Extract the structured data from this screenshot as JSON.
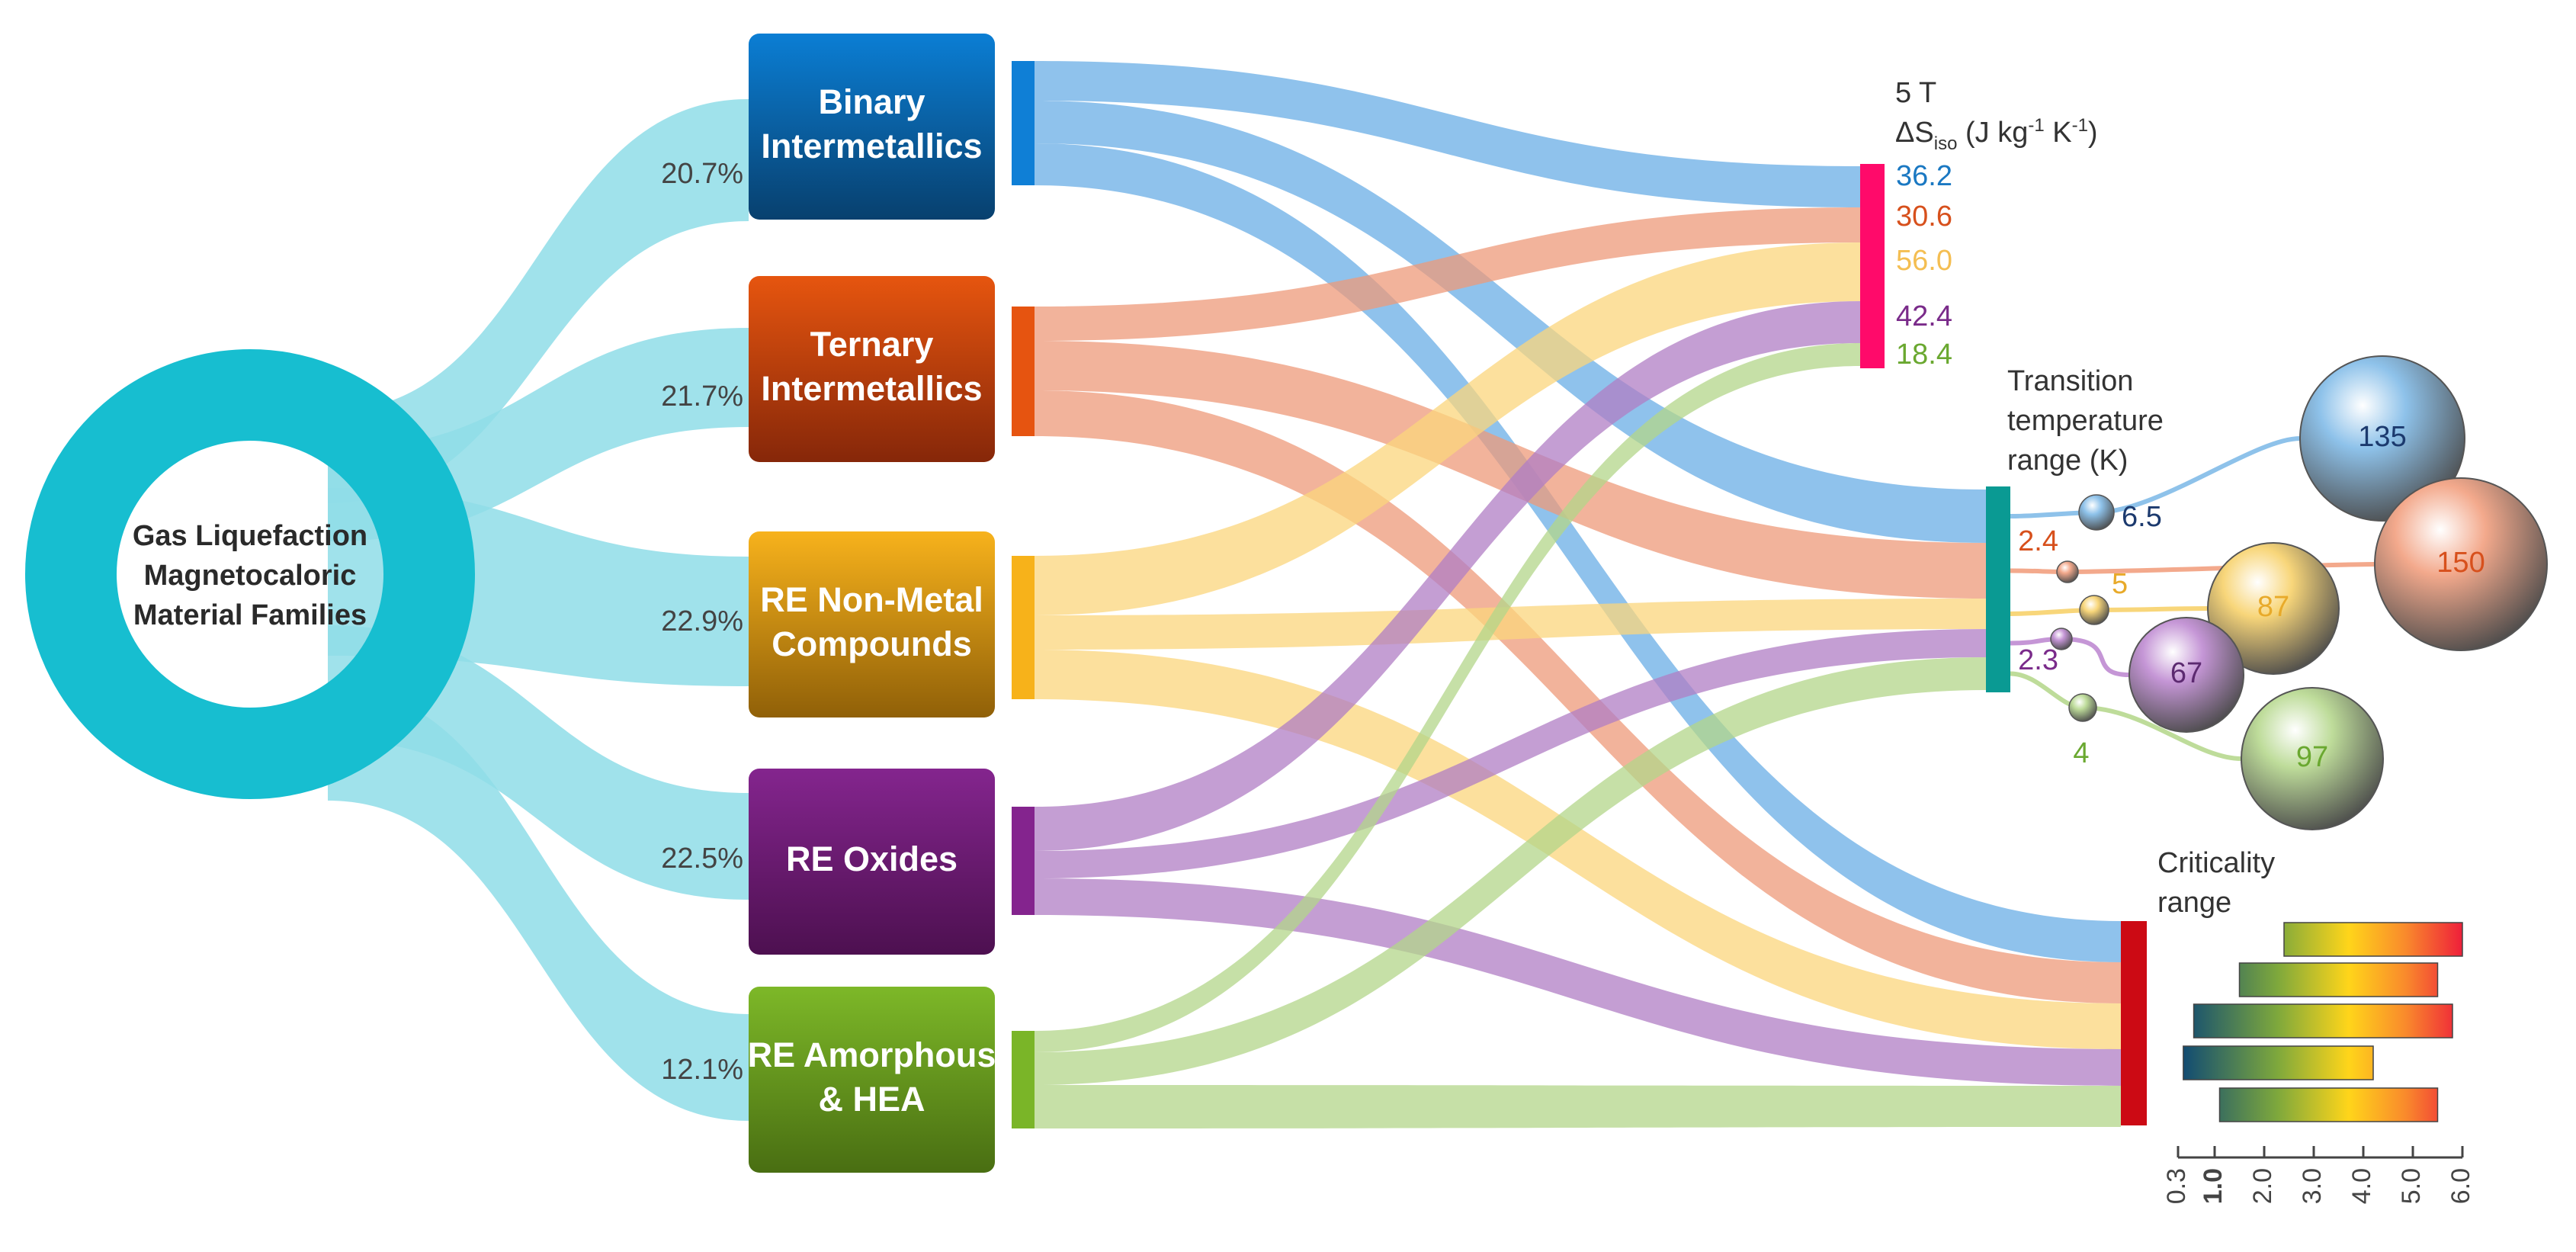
{
  "center": {
    "lines": [
      "Gas Liquefaction",
      "Magnetocaloric",
      "Material Families"
    ],
    "color": "#17bed0"
  },
  "families": [
    {
      "id": "binary",
      "lines": [
        "Binary",
        "Intermetallics"
      ],
      "percent": "20.7%",
      "top": "#0b7ed4",
      "bottom": "#08406e",
      "bar": "#0f7fd6",
      "flow": "#6aaee6"
    },
    {
      "id": "ternary",
      "lines": [
        "Ternary",
        "Intermetallics"
      ],
      "percent": "21.7%",
      "top": "#e6550f",
      "bottom": "#862709",
      "bar": "#e65410",
      "flow": "#ee9a7a"
    },
    {
      "id": "nonmetal",
      "lines": [
        "RE Non-Metal",
        "Compounds"
      ],
      "percent": "22.9%",
      "top": "#f7b21c",
      "bottom": "#906008",
      "bar": "#f7b21a",
      "flow": "#fbd67c"
    },
    {
      "id": "oxides",
      "lines": [
        "RE Oxides"
      ],
      "percent": "22.5%",
      "top": "#84258e",
      "bottom": "#4d1050",
      "bar": "#84248e",
      "flow": "#b07ec4"
    },
    {
      "id": "amorph",
      "lines": [
        "RE Amorphous",
        "& HEA"
      ],
      "percent": "12.1%",
      "top": "#7db828",
      "bottom": "#496e12",
      "bar": "#7ab528",
      "flow": "#b3d68a"
    }
  ],
  "entropy": {
    "field": "5 T",
    "symbol": "ΔS",
    "subscript": "iso",
    "unit_prefix": " (J kg",
    "unit_exp1": "-1",
    "unit_mid": " K",
    "unit_exp2": "-1",
    "unit_suffix": ")",
    "bar_color": "#ff0a6a",
    "values": [
      {
        "text": "36.2",
        "color": "#1a78c2"
      },
      {
        "text": "30.6",
        "color": "#d7501c"
      },
      {
        "text": "56.0",
        "color": "#f4be52"
      },
      {
        "text": "42.4",
        "color": "#7a2b8a"
      },
      {
        "text": "18.4",
        "color": "#6aa830"
      }
    ]
  },
  "transition": {
    "title_lines": [
      "Transition",
      "temperature",
      "range (K)"
    ],
    "bar_color": "#0a9a93",
    "items": [
      {
        "min": "6.5",
        "max": "135",
        "color": "#8ec2ea",
        "min_label_color": "#1c3a6e",
        "max_label_color": "#1c3a6e"
      },
      {
        "min": "2.4",
        "max": "150",
        "color": "#f3a98c",
        "min_label_color": "#d7501c",
        "max_label_color": "#d7501c"
      },
      {
        "min": "5",
        "max": "87",
        "color": "#f8d67a",
        "min_label_color": "#e8aa2a",
        "max_label_color": "#e8aa2a"
      },
      {
        "min": "2.3",
        "max": "67",
        "color": "#c596d6",
        "min_label_color": "#7a2b8a",
        "max_label_color": "#5c2a70"
      },
      {
        "min": "4",
        "max": "97",
        "color": "#bedc9a",
        "min_label_color": "#6aa830",
        "max_label_color": "#6aa830"
      }
    ]
  },
  "criticality": {
    "title_lines": [
      "Criticality",
      "range"
    ],
    "bar_color": "#cc0a14",
    "axis_ticks": [
      "0.3",
      "1.0",
      "2.0",
      "3.0",
      "4.0",
      "5.0",
      "6.0"
    ],
    "ranges": [
      {
        "family": "binary",
        "min": 2.4,
        "max": 6.0
      },
      {
        "family": "ternary",
        "min": 1.5,
        "max": 5.5
      },
      {
        "family": "nonmetal",
        "min": 0.6,
        "max": 5.8
      },
      {
        "family": "oxides",
        "min": 0.4,
        "max": 4.2
      },
      {
        "family": "amorph",
        "min": 1.1,
        "max": 5.5
      }
    ]
  }
}
